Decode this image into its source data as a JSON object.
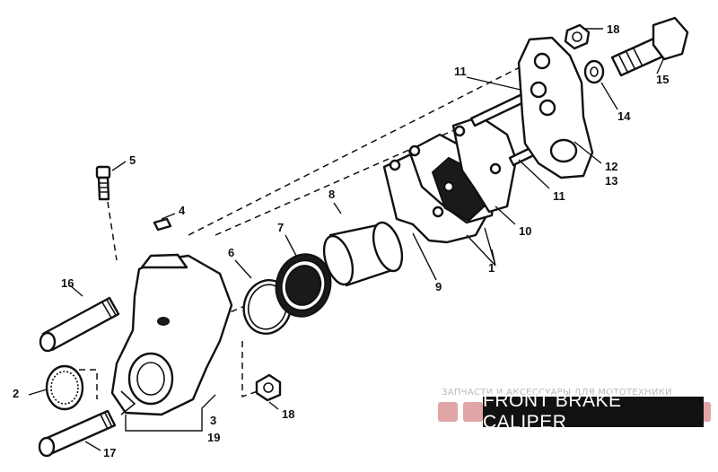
{
  "title": "FRONT BRAKE CALIPER",
  "watermark": {
    "caption": "ЗАПЧАСТИ И АКСЕССУАРЫ ДЛЯ МОТОТЕХНИКИ"
  },
  "callouts": {
    "c1": "1",
    "c2": "2",
    "c3": "3",
    "c4": "4",
    "c5": "5",
    "c6": "6",
    "c7": "7",
    "c8": "8",
    "c9": "9",
    "c10": "10",
    "c11a": "11",
    "c11b": "11",
    "c12": "12",
    "c13": "13",
    "c14": "14",
    "c15": "15",
    "c16": "16",
    "c17": "17",
    "c18a": "18",
    "c18b": "18",
    "c19": "19"
  },
  "colors": {
    "ink": "#111111",
    "paper": "#ffffff",
    "watermark": "#c0393b"
  }
}
